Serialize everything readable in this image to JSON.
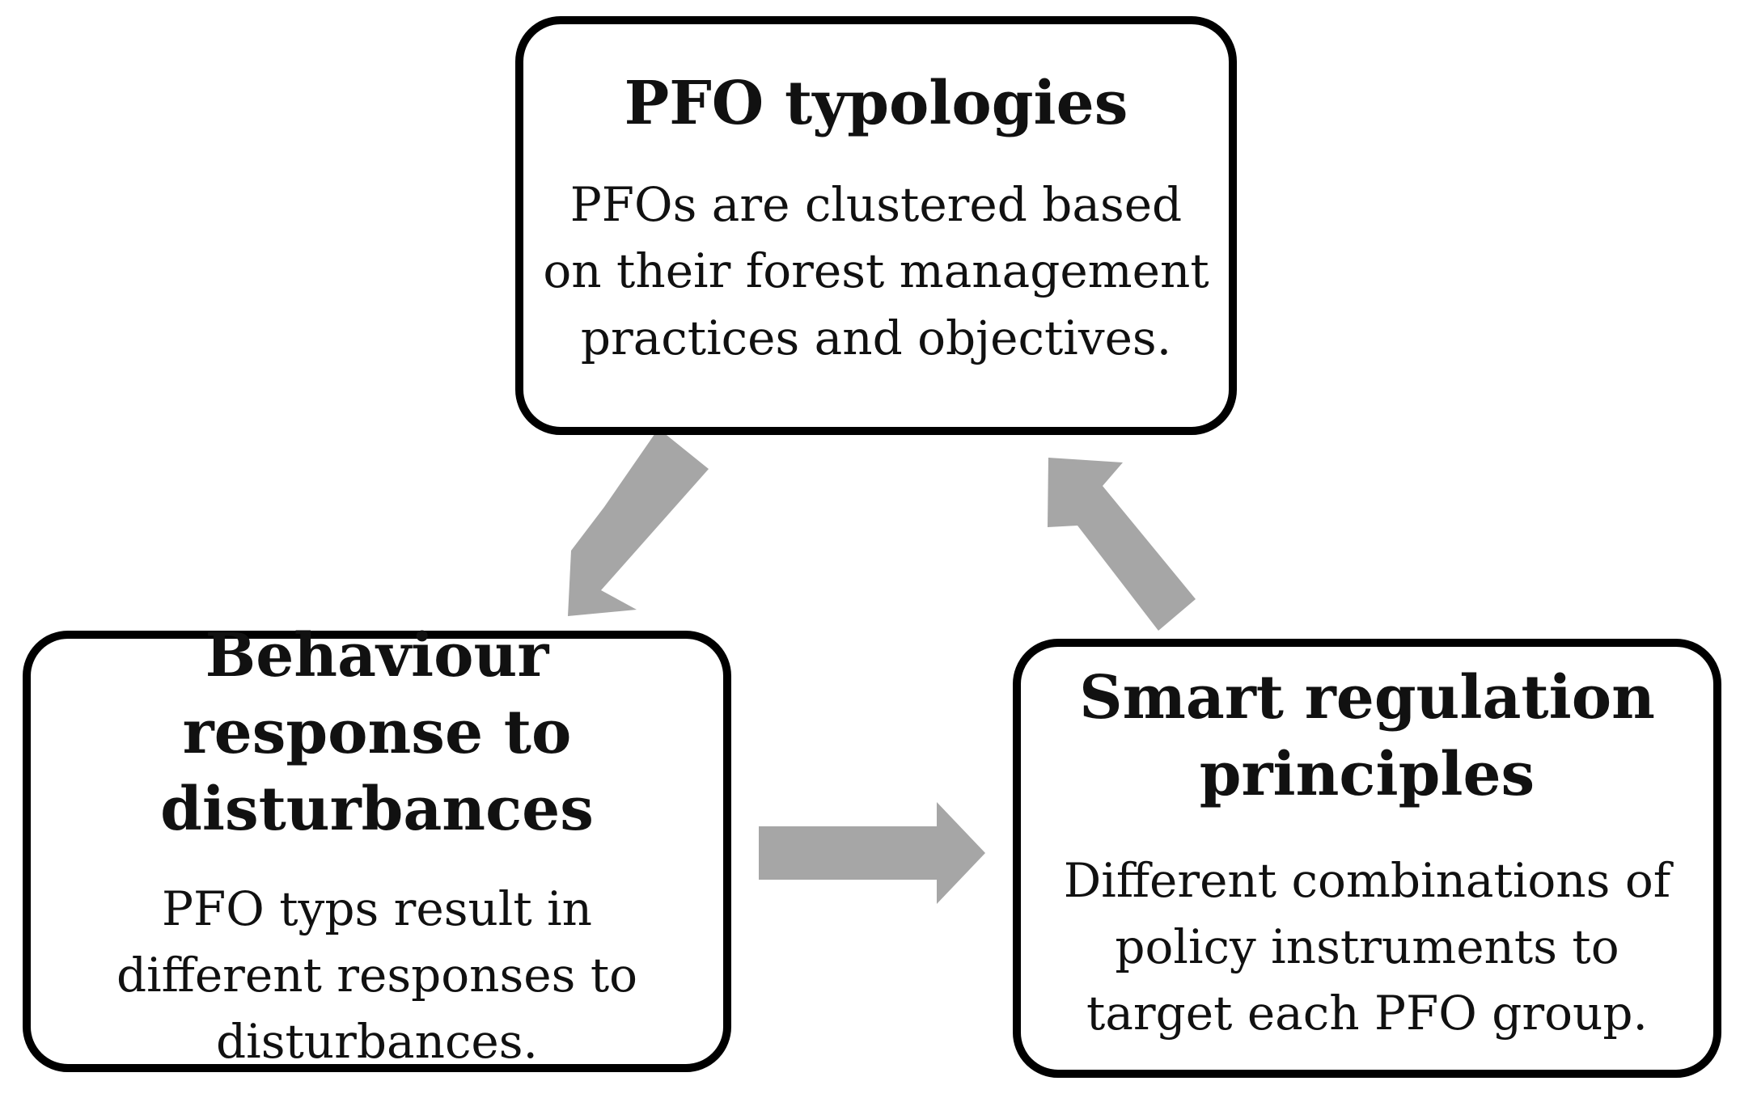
{
  "boxes": {
    "top": {
      "title": "PFO typologies",
      "description": "PFOs are clustered based on their forest management practices and objectives."
    },
    "left": {
      "title": "Behaviour response to disturbances",
      "description": "PFO typs result in different responses to disturbances."
    },
    "right": {
      "title": "Smart regulation principles",
      "description": "Different combinations of policy instruments to target each PFO group."
    }
  },
  "arrows": [
    {
      "from": "top",
      "to": "left"
    },
    {
      "from": "left",
      "to": "right"
    },
    {
      "from": "right",
      "to": "top"
    }
  ],
  "colors": {
    "arrow": "#a6a6a6",
    "border": "#000000",
    "text": "#111111",
    "background": "#ffffff"
  }
}
